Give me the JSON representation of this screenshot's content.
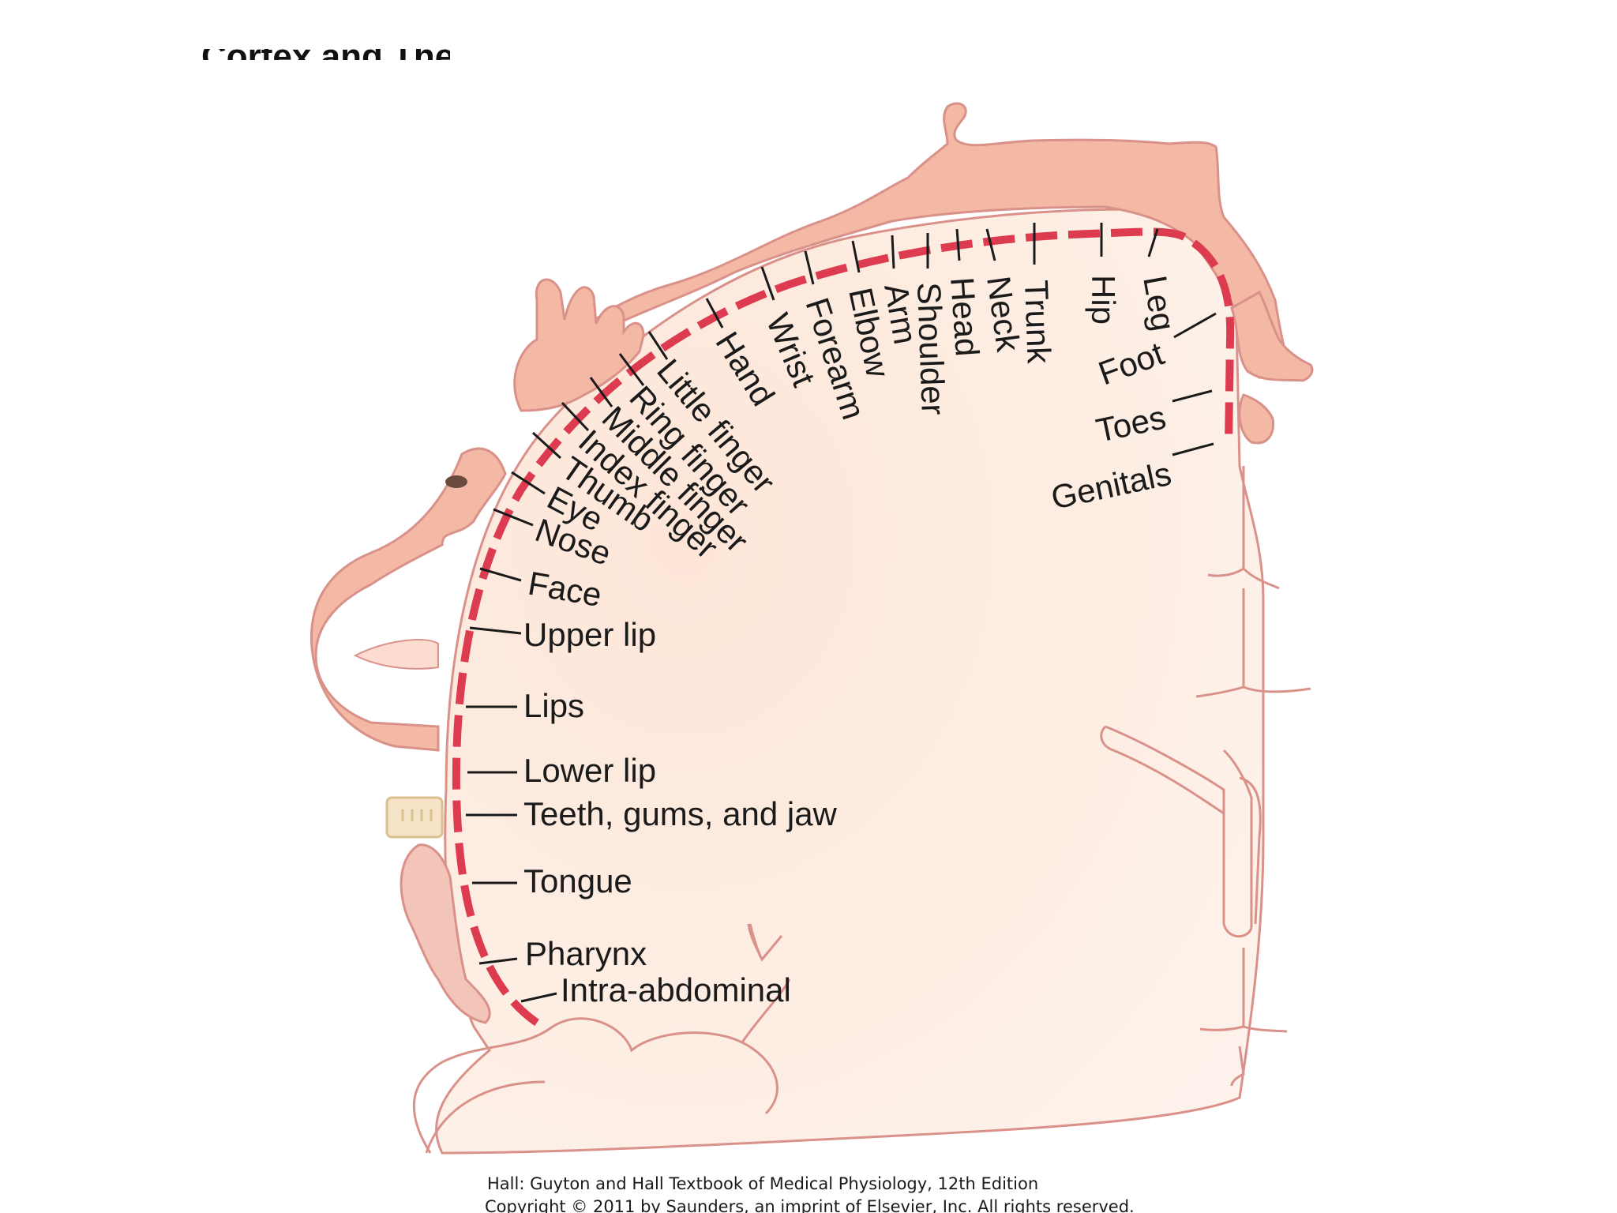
{
  "header_partial": "Cortex and Their Function",
  "colors": {
    "cortex_fill": "#fbe8dd",
    "outline": "#d9918a",
    "homunculus_fill": "#f3b9a4",
    "dash": "#dd3b4f",
    "text": "#1a1a1a"
  },
  "labels": {
    "leg": "Leg",
    "hip": "Hip",
    "trunk": "Trunk",
    "neck": "Neck",
    "head": "Head",
    "shoulder": "Shoulder",
    "arm": "Arm",
    "elbow": "Elbow",
    "forearm": "Forearm",
    "wrist": "Wrist",
    "hand": "Hand",
    "little_finger": "Little finger",
    "ring_finger": "Ring finger",
    "middle_finger": "Middle finger",
    "index_finger": "Index finger",
    "thumb": "Thumb",
    "eye": "Eye",
    "nose": "Nose",
    "face": "Face",
    "upper_lip": "Upper lip",
    "lips": "Lips",
    "lower_lip": "Lower lip",
    "teeth": "Teeth, gums, and jaw",
    "tongue": "Tongue",
    "pharynx": "Pharynx",
    "intra_abdominal": "Intra-abdominal",
    "foot": "Foot",
    "toes": "Toes",
    "genitals": "Genitals"
  },
  "credit": {
    "line1": "Hall: Guyton and Hall Textbook of Medical Physiology, 12th Edition",
    "line2": "Copyright © 2011 by Saunders, an imprint of Elsevier, Inc. All rights reserved."
  }
}
